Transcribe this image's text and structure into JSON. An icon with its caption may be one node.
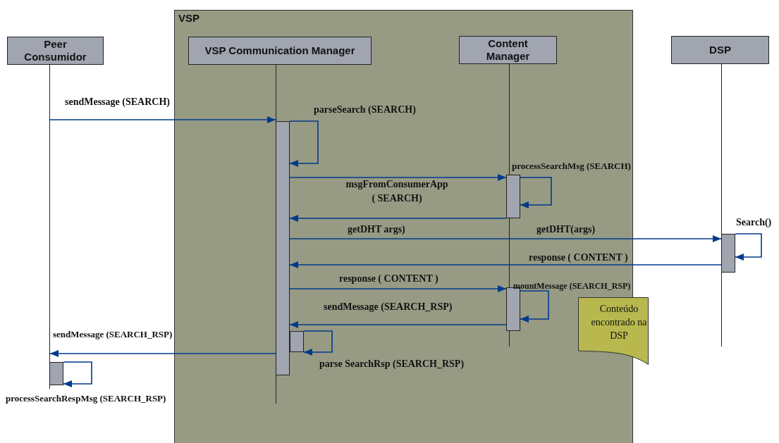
{
  "diagram": {
    "nodes": [
      {
        "text": [
          "VSP"
        ]
      },
      {
        "text": [
          "Peer Consumidor"
        ]
      },
      {
        "text": [
          "VSP Communication Manager"
        ],
        "in": 0
      },
      {
        "text": [
          "Content Manager"
        ],
        "in": 0
      },
      {
        "text": [
          "DSP"
        ]
      },
      {
        "text": [],
        "shape": "line"
      },
      {
        "text": [],
        "shape": "line",
        "in": 0
      },
      {
        "text": [],
        "shape": "line",
        "in": 0
      },
      {
        "text": [],
        "shape": "line"
      },
      {
        "text": [],
        "shape": "bar",
        "in": 0
      },
      {
        "text": [],
        "shape": "bar",
        "in": 0
      },
      {
        "text": [],
        "shape": "bar"
      },
      {
        "text": [],
        "shape": "bar",
        "in": 0
      },
      {
        "text": [],
        "shape": "bar",
        "in": 0
      },
      {
        "text": [],
        "shape": "bar"
      },
      {
        "text": [
          "Conteúdo encontrado na DSP"
        ]
      }
    ],
    "edges": [
      {
        "from": 5,
        "to": 9,
        "arrow": "to",
        "label": "sendMessage (SEARCH)"
      },
      {
        "from": 9,
        "to": 9,
        "arrow": "to",
        "label": "parseSearch (SEARCH)"
      },
      {
        "from": 9,
        "to": 10,
        "arrow": "to",
        "label": "msgFromConsumerApp ( SEARCH)"
      },
      {
        "from": 10,
        "to": 10,
        "arrow": "to",
        "label": "processSearchMsg (SEARCH)"
      },
      {
        "from": 10,
        "to": 9,
        "arrow": "to"
      },
      {
        "from": 9,
        "to": 11,
        "arrow": "to",
        "label": "getDHT args)"
      },
      {
        "from": 11,
        "to": 11,
        "arrow": "to",
        "label": "Search()"
      },
      {
        "from": 11,
        "to": 9,
        "arrow": "to",
        "label": "response ( CONTENT )"
      },
      {
        "from": 9,
        "to": 12,
        "arrow": "to",
        "label": "response ( CONTENT )"
      },
      {
        "from": 12,
        "to": 12,
        "arrow": "to",
        "label": "mountMessage (SEARCH_RSP)"
      },
      {
        "from": 12,
        "to": 9,
        "arrow": "to",
        "label": "sendMessage (SEARCH_RSP)"
      },
      {
        "from": 13,
        "to": 13,
        "arrow": "to",
        "label": "parse SearchRsp (SEARCH_RSP)"
      },
      {
        "from": 9,
        "to": 5,
        "arrow": "to",
        "label": "sendMessage (SEARCH_RSP)"
      },
      {
        "from": 14,
        "to": 14,
        "arrow": "to",
        "label": "processSearchRespMsg (SEARCH_RSP)"
      }
    ],
    "labels": [
      "getDHT(args)"
    ]
  }
}
